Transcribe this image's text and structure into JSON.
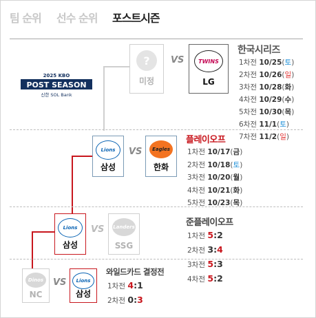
{
  "tabs": [
    "팀 순위",
    "선수 순위",
    "포스트시즌"
  ],
  "logo": {
    "line1": "2025 KBO",
    "line2": "POST SEASON",
    "line3": "신한 SOL Bank"
  },
  "korean_series": {
    "title": "한국시리즈",
    "teams": [
      {
        "name": "미정",
        "logo": "?"
      },
      {
        "name": "LG",
        "logo": "TWINS"
      }
    ],
    "games": [
      {
        "n": "1차전",
        "date": "10/25",
        "day": "토"
      },
      {
        "n": "2차전",
        "date": "10/26",
        "day": "일"
      },
      {
        "n": "3차전",
        "date": "10/28",
        "day": "화"
      },
      {
        "n": "4차전",
        "date": "10/29",
        "day": "수"
      },
      {
        "n": "5차전",
        "date": "10/30",
        "day": "목"
      },
      {
        "n": "6차전",
        "date": "11/1",
        "day": "토"
      },
      {
        "n": "7차전",
        "date": "11/2",
        "day": "일"
      }
    ]
  },
  "playoff": {
    "title": "플레이오프",
    "teams": [
      {
        "name": "삼성",
        "logo": "Lions"
      },
      {
        "name": "한화",
        "logo": "Eagles"
      }
    ],
    "games": [
      {
        "n": "1차전",
        "date": "10/17",
        "day": "금"
      },
      {
        "n": "2차전",
        "date": "10/18",
        "day": "토"
      },
      {
        "n": "3차전",
        "date": "10/20",
        "day": "월"
      },
      {
        "n": "4차전",
        "date": "10/21",
        "day": "화"
      },
      {
        "n": "5차전",
        "date": "10/23",
        "day": "목"
      }
    ]
  },
  "semi_playoff": {
    "title": "준플레이오프",
    "teams": [
      {
        "name": "삼성",
        "logo": "Lions"
      },
      {
        "name": "SSG",
        "logo": "Landers"
      }
    ],
    "games": [
      {
        "n": "1차전",
        "a": "5",
        "sep": ":",
        "b": "2"
      },
      {
        "n": "2차전",
        "a": "3",
        "sep": ":",
        "b": "4"
      },
      {
        "n": "3차전",
        "a": "5",
        "sep": ":",
        "b": "3"
      },
      {
        "n": "4차전",
        "a": "5",
        "sep": ":",
        "b": "2"
      }
    ]
  },
  "wildcard": {
    "title": "와일드카드 결정전",
    "teams": [
      {
        "name": "NC",
        "logo": "Dinos"
      },
      {
        "name": "삼성",
        "logo": "Lions"
      }
    ],
    "games": [
      {
        "n": "1차전",
        "a": "4",
        "sep": ":",
        "b": "1"
      },
      {
        "n": "2차전",
        "a": "0",
        "sep": ":",
        "b": "3"
      }
    ]
  },
  "vs_label": "VS",
  "colors": {
    "lions_blue": "#0a64b4",
    "twins_red": "#c30452",
    "eagles_orange": "#f37321",
    "accent_red": "#c8161d",
    "saturday": "#1e90d8",
    "sunday": "#e03030"
  }
}
